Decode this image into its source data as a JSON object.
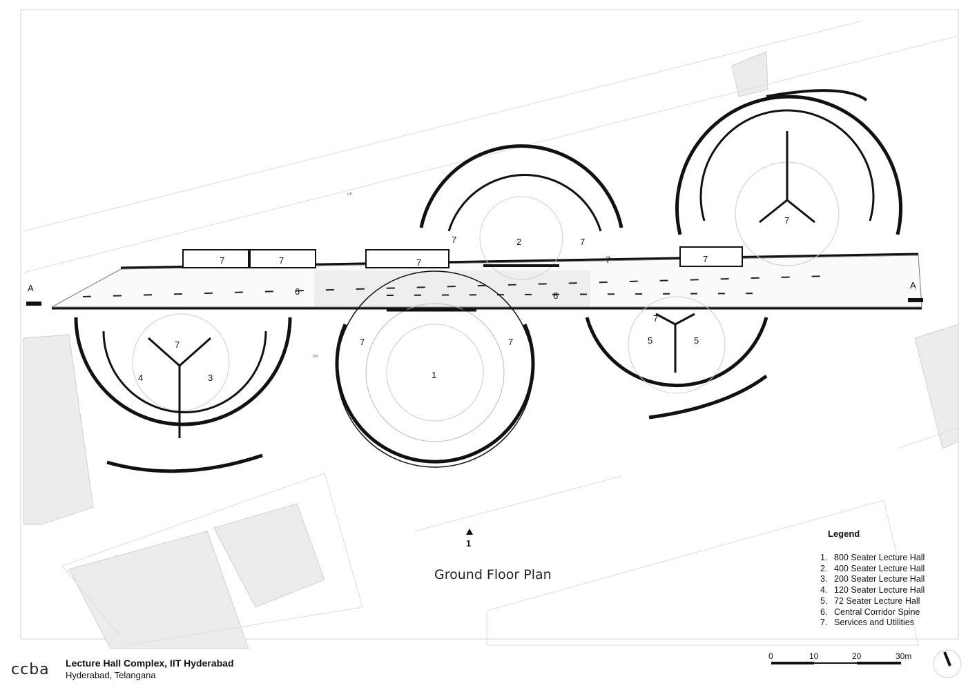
{
  "drawing": {
    "title": "Ground Floor Plan",
    "section_label": "A",
    "north_arrow_label": "1",
    "hall_labels": {
      "hall_1": "1",
      "hall_2": "2",
      "hall_3": "3",
      "hall_4": "4",
      "hall_5": "5",
      "corridor": "6",
      "services": "7"
    },
    "stair_labels": {
      "up": "UP",
      "dn": "DN"
    }
  },
  "legend": {
    "title": "Legend",
    "items": [
      {
        "num": "1.",
        "label": "800 Seater Lecture Hall"
      },
      {
        "num": "2.",
        "label": "400 Seater Lecture Hall"
      },
      {
        "num": "3.",
        "label": "200 Seater Lecture Hall"
      },
      {
        "num": "4.",
        "label": "120 Seater Lecture Hall"
      },
      {
        "num": "5.",
        "label": "72 Seater Lecture Hall"
      },
      {
        "num": "6.",
        "label": "Central Corridor Spine"
      },
      {
        "num": "7.",
        "label": "Services and Utilities"
      }
    ]
  },
  "title_block": {
    "firm_logo": "ccba",
    "project_name": "Lecture Hall Complex, IIT Hyderabad",
    "location": "Hyderabad, Telangana"
  },
  "scale_bar": {
    "ticks": [
      "0",
      "10",
      "20",
      "30m"
    ]
  }
}
